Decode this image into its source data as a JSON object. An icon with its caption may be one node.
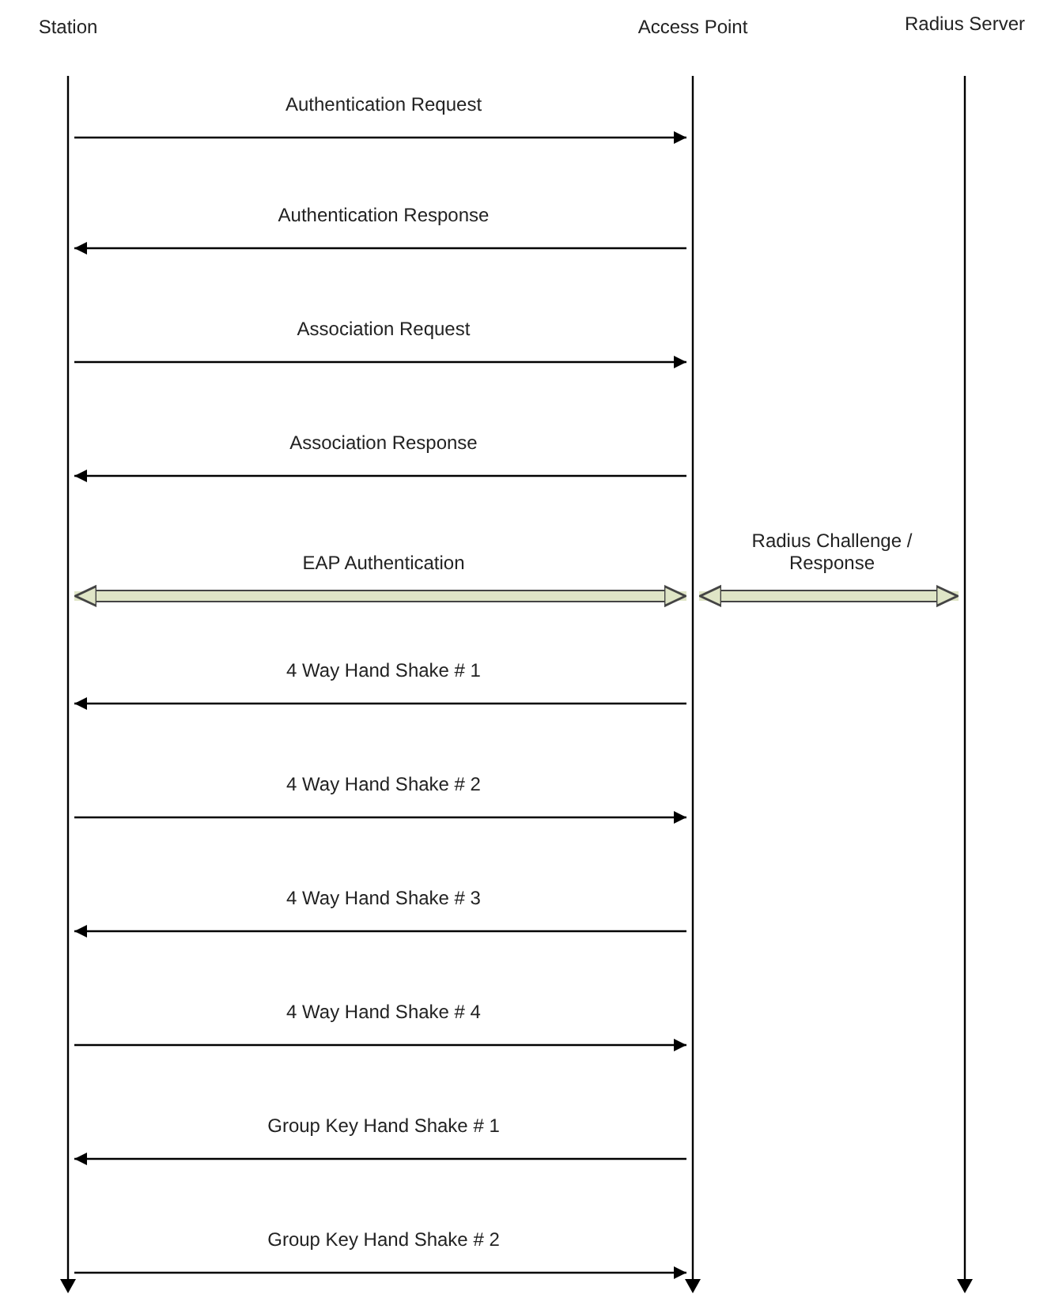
{
  "diagram": {
    "nodes": [
      {
        "text": [
          "Station"
        ]
      },
      {
        "text": [
          "Access Point"
        ]
      },
      {
        "text": [
          "Radius Server"
        ]
      }
    ],
    "edges": [
      {
        "from": 0,
        "to": 1,
        "arrow": "to",
        "label": "Authentication Request"
      },
      {
        "from": 1,
        "to": 0,
        "arrow": "to",
        "label": "Authentication Response"
      },
      {
        "from": 0,
        "to": 1,
        "arrow": "to",
        "label": "Association Request"
      },
      {
        "from": 1,
        "to": 0,
        "arrow": "to",
        "label": "Association Response"
      },
      {
        "from": 0,
        "to": 1,
        "arrow": "both",
        "label": "EAP Authentication",
        "style": "thick",
        "color": "#dfe5c6"
      },
      {
        "from": 1,
        "to": 2,
        "arrow": "both",
        "label": "Radius Challenge / Response",
        "style": "thick",
        "color": "#dfe5c6"
      },
      {
        "from": 1,
        "to": 0,
        "arrow": "to",
        "label": "4 Way Hand Shake # 1"
      },
      {
        "from": 0,
        "to": 1,
        "arrow": "to",
        "label": "4 Way Hand Shake # 2"
      },
      {
        "from": 1,
        "to": 0,
        "arrow": "to",
        "label": "4 Way Hand Shake # 3"
      },
      {
        "from": 0,
        "to": 1,
        "arrow": "to",
        "label": "4 Way Hand Shake # 4"
      },
      {
        "from": 1,
        "to": 0,
        "arrow": "to",
        "label": "Group Key Hand Shake # 1"
      },
      {
        "from": 0,
        "to": 1,
        "arrow": "to",
        "label": "Group Key Hand Shake # 2"
      }
    ]
  }
}
